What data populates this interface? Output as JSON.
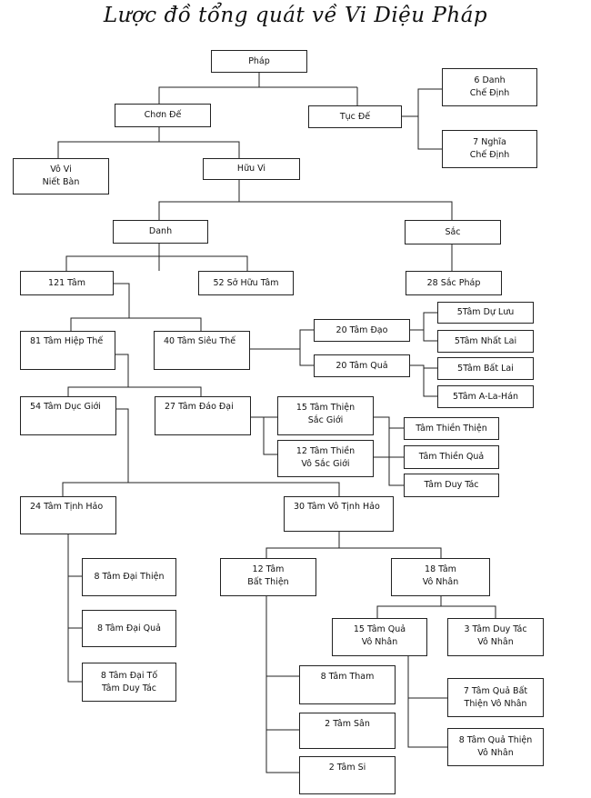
{
  "title": "Lược đồ tổng quát về Vi Diệu Pháp",
  "nodes": {
    "phap": "Pháp",
    "chon_de": "Chơn Đế",
    "tuc_de": "Tục Đế",
    "danh_che_dinh": "6 Danh\nChế Định",
    "nghia_che_dinh": "7 Nghĩa\nChế Định",
    "vo_vi": "Vô Vi\nNiết Bàn",
    "huu_vi": "Hữu Vi",
    "danh": "Danh",
    "sac": "Sắc",
    "tam_121": "121 Tâm",
    "so_huu_tam_52": "52 Sở Hữu Tâm",
    "sac_phap_28": "28 Sắc Pháp",
    "hiep_the_81": "81 Tâm Hiệp Thế",
    "sieu_the_40": "40 Tâm Siêu Thế",
    "dao_20": "20 Tâm Đạo",
    "qua_20": "20 Tâm Quả",
    "du_luu": "5Tâm Dự Lưu",
    "nhat_lai": "5Tâm Nhất Lai",
    "bat_lai": "5Tâm Bất Lai",
    "a_la_han": "5Tâm A-La-Hán",
    "duc_gioi_54": "54 Tâm Dục Giới",
    "dao_dai_27": "27 Tâm Đáo Đại",
    "sac_gioi_15": "15 Tâm Thiện\nSắc Giới",
    "vo_sac_gioi_12": "12 Tâm Thiền\nVô Sắc Giới",
    "thien_thien": "Tâm Thiền Thiện",
    "thien_qua": "Tâm Thiền Quả",
    "duy_tac": "Tâm Duy Tác",
    "tinh_hao_24": "24 Tâm Tịnh Hảo",
    "vo_tinh_hao_30": "30 Tâm Vô Tịnh Hảo",
    "dai_thien_8": "8 Tâm Đại Thiện",
    "dai_qua_8": "8 Tâm Đại Quả",
    "dai_to_8": "8 Tâm Đại Tố\nTâm Duy Tác",
    "bat_thien_12": "12 Tâm\nBất Thiện",
    "vo_nhan_18": "18 Tâm\nVô Nhân",
    "qua_vo_nhan_15": "15 Tâm Quả\nVô Nhân",
    "duy_tac_vo_nhan_3": "3 Tâm Duy Tác\nVô Nhân",
    "qua_bat_thien_vo_nhan_7": "7 Tâm Quả Bất\nThiện Vô Nhân",
    "qua_thien_vo_nhan_8": "8 Tâm Quả Thiện\nVô Nhân",
    "tham_8": "8 Tâm Tham",
    "san_2": "2 Tâm Sân",
    "si_2": "2 Tâm Si"
  }
}
